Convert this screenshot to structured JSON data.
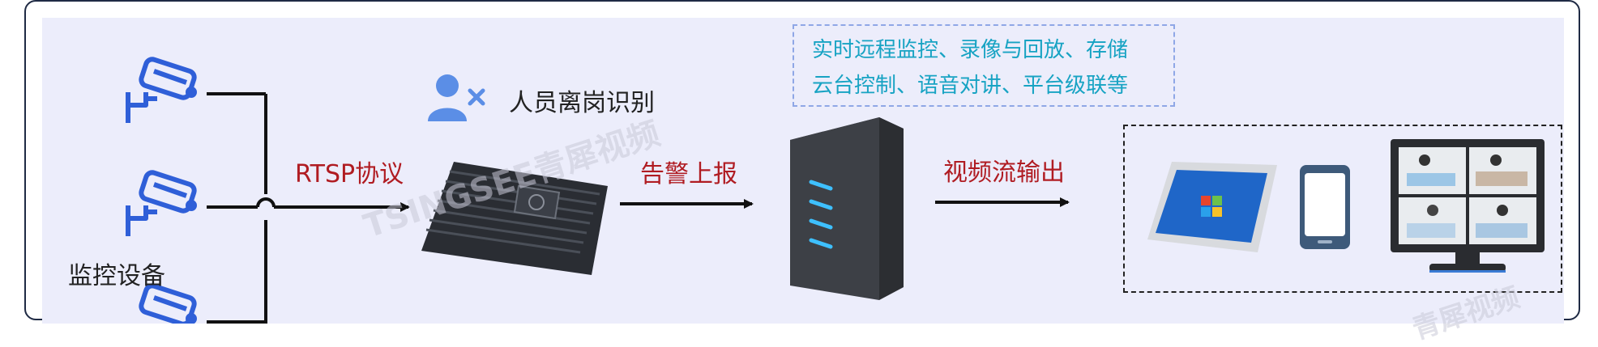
{
  "labels": {
    "devices": "监控设备",
    "rtsp": "RTSP协议",
    "alarm": "告警上报",
    "stream": "视频流输出",
    "recognition": "人员离岗识别"
  },
  "features": {
    "line1": "实时远程监控、录像与回放、存储",
    "line2": "云台控制、语音对讲、平台级联等"
  },
  "watermarks": {
    "w1": "TSINGSEE青犀视频",
    "w2": "青犀视频"
  },
  "colors": {
    "camera": "#2f5fd8",
    "label_red": "#b01c22",
    "feature_text": "#17a3c3",
    "panel_bg": "#ecedfb"
  }
}
